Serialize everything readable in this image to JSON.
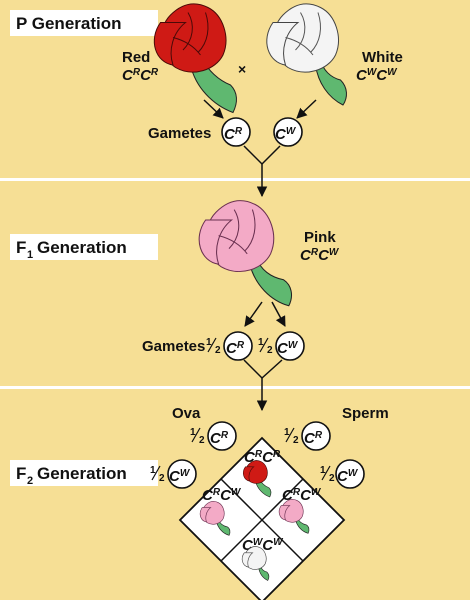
{
  "colors": {
    "panel": "#f6df95",
    "divider": "#ffffff",
    "red_flower": "#cf1a15",
    "white_flower": "#f4f4f4",
    "pink_flower": "#f3aac6",
    "stem": "#5fb870"
  },
  "p_gen": {
    "label": "P Generation",
    "red": {
      "name": "Red",
      "genotype": [
        "C",
        "R",
        "C",
        "R"
      ]
    },
    "white": {
      "name": "White",
      "genotype": [
        "C",
        "W",
        "C",
        "W"
      ]
    },
    "cross": "×",
    "gametes_label": "Gametes",
    "gamete_red": [
      "C",
      "R"
    ],
    "gamete_white": [
      "C",
      "W"
    ]
  },
  "f1_gen": {
    "label_main": "F",
    "label_sub": "1",
    "label_rest": "Generation",
    "pink": {
      "name": "Pink",
      "genotype": [
        "C",
        "R",
        "C",
        "W"
      ]
    },
    "gametes_label": "Gametes",
    "half_num": "1",
    "half_den": "2",
    "gamete_r": [
      "C",
      "R"
    ],
    "gamete_w": [
      "C",
      "W"
    ]
  },
  "f2_gen": {
    "label_main": "F",
    "label_sub": "2",
    "label_rest": "Generation",
    "ova_label": "Ova",
    "sperm_label": "Sperm",
    "half_num": "1",
    "half_den": "2",
    "ova_r": [
      "C",
      "R"
    ],
    "ova_w": [
      "C",
      "W"
    ],
    "sperm_r": [
      "C",
      "R"
    ],
    "sperm_w": [
      "C",
      "W"
    ],
    "cell_top": [
      "C",
      "R",
      "C",
      "R"
    ],
    "cell_left": [
      "C",
      "R",
      "C",
      "W"
    ],
    "cell_right": [
      "C",
      "R",
      "C",
      "W"
    ],
    "cell_bottom": [
      "C",
      "W",
      "C",
      "W"
    ]
  }
}
